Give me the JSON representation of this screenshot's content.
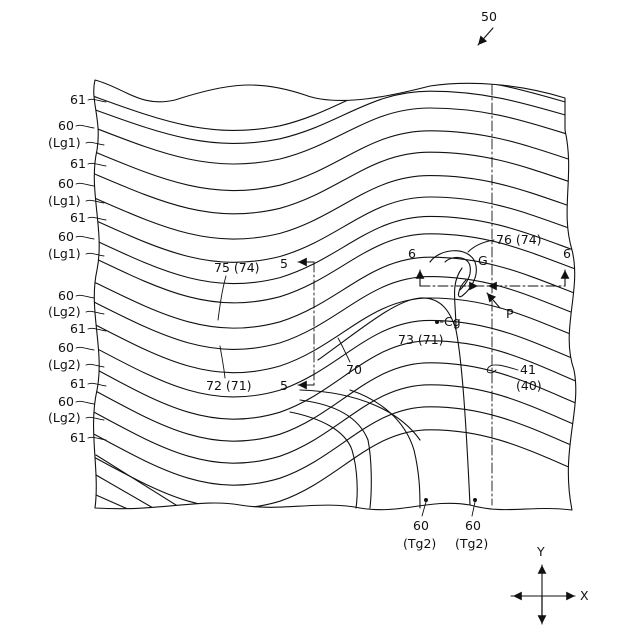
{
  "figure_ref": "50",
  "left_labels": [
    {
      "id": "l1",
      "text": "61"
    },
    {
      "id": "l2",
      "text": "60"
    },
    {
      "id": "l3",
      "text": "(Lg1)"
    },
    {
      "id": "l4",
      "text": "61"
    },
    {
      "id": "l5",
      "text": "60"
    },
    {
      "id": "l6",
      "text": "(Lg1)"
    },
    {
      "id": "l7",
      "text": "61"
    },
    {
      "id": "l8",
      "text": "60"
    },
    {
      "id": "l9",
      "text": "(Lg1)"
    },
    {
      "id": "l10",
      "text": "60"
    },
    {
      "id": "l11",
      "text": "(Lg2)"
    },
    {
      "id": "l12",
      "text": "61"
    },
    {
      "id": "l13",
      "text": "60"
    },
    {
      "id": "l14",
      "text": "(Lg2)"
    },
    {
      "id": "l15",
      "text": "61"
    },
    {
      "id": "l16",
      "text": "60"
    },
    {
      "id": "l17",
      "text": "(Lg2)"
    },
    {
      "id": "l18",
      "text": "61"
    }
  ],
  "callouts": {
    "c75": "75 (74)",
    "c72": "72 (71)",
    "c70": "70",
    "c73": "73 (71)",
    "cg": "Cg",
    "c76": "76 (74)",
    "g": "G",
    "p": "P",
    "c41": "41",
    "c40": "(40)",
    "b1": "60",
    "b2": "(Tg2)",
    "b3": "60",
    "b4": "(Tg2)"
  },
  "section_marks": {
    "s5a": "5",
    "s5b": "5",
    "s6a": "6",
    "s6b": "6"
  },
  "axes": {
    "y": "Y",
    "x": "X"
  }
}
